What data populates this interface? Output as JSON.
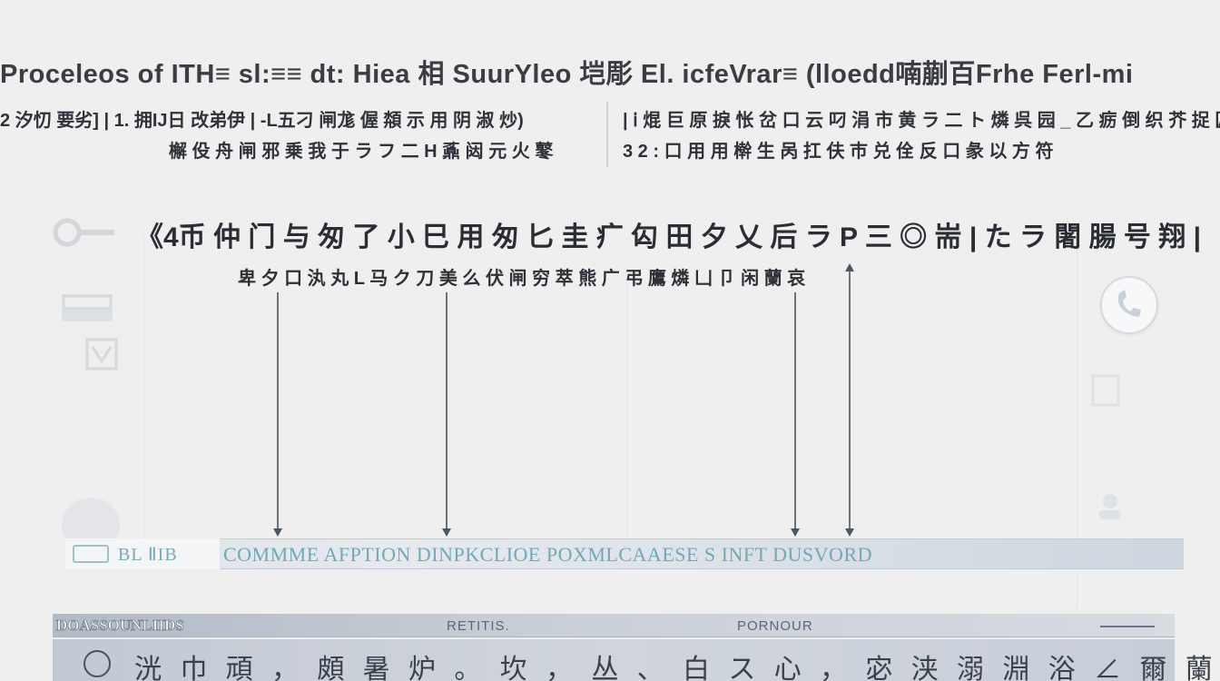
{
  "header": {
    "title": "Proceleos of ITH≡ sl:≡≡ dt: Hiea 相 SuurYleo 垲彫 El. icfeVrar≡ (lloedd喃蒯百Frhe Ferl-mi",
    "left_line_1": "2 汐忉 要劣] | 1. 拥IJ日 改弟伊 | -L五刁 闸尨 偓 頮 示 用 阴 淑 炒)",
    "left_line_2": "檞 伇 舟 闸 邪 乗 我 于 ラ フ 二 H 鼒 闼 元 火 鼕",
    "right_line_1": "| ⅰ 焜 巨 原 捩 怅 岔 口 云 叼 涓 市 黄 ラ 二 ト 燐 呉 园 _ 乙 疬 倒 织 芥 捉 匠",
    "right_line_2": "3 2 : 口 用 用 檊 生 呙 扛 伕 巿 兑 佺 反 口 彖 以 方 符"
  },
  "section": {
    "heading": "《4币 仲 门 与 匆 了 小 巳 用 匆 匕 圭 疒 匃 田 夕 乂 后 ラ P 三 ◎ 耑 | た ラ 闍 腸 号 翔 |",
    "subheading": "卑 夕 口 汍 丸 L 马 ク 刀 美 么 伏 闸 穷 萃 熊 广 弔 鷹 燐 凵 卩 闲 蘭 哀"
  },
  "bar": {
    "label": "BL ⅡIB",
    "text": "COMMME AFPTION   DINPKCLIOE POXMLCAAESE S   INFT DUSVORD"
  },
  "table": {
    "headers": [
      "DOASSOUNLIIDS",
      "RETITIS.",
      "PORNOUR"
    ],
    "row": "洸 巾 頑 ，  頗 暑 炉 。 坎 ， 丛 、 白 ス 心 ， 宓 浃 溺 淵 浴 ∠ 爾 蘭"
  },
  "colors": {
    "background": "#efeff0",
    "bar_text": "#74a8b4",
    "arrow": "#4d555e"
  }
}
